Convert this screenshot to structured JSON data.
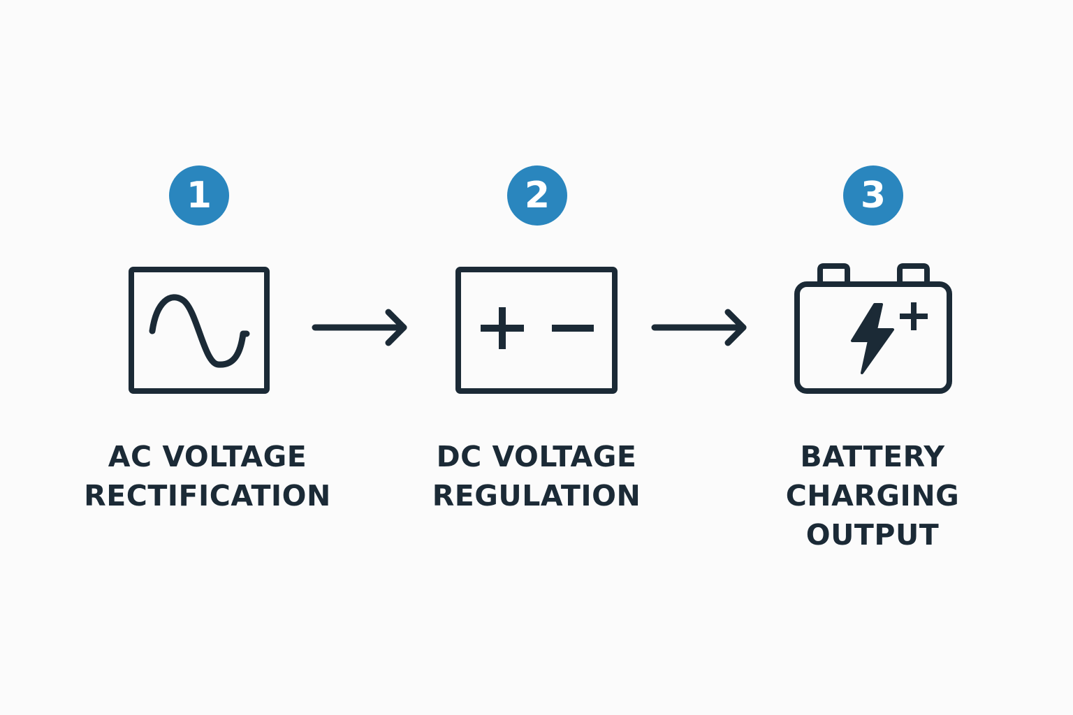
{
  "colors": {
    "accent": "#2a86be",
    "ink": "#1b2a36",
    "background": "#fbfbfb"
  },
  "steps": [
    {
      "number": "1",
      "icon": "ac-sine-wave-icon",
      "label_lines": [
        "AC VOLTAGE",
        "RECTIFICATION"
      ]
    },
    {
      "number": "2",
      "icon": "dc-plus-minus-icon",
      "label_lines": [
        "DC VOLTAGE",
        "REGULATION"
      ]
    },
    {
      "number": "3",
      "icon": "battery-charging-icon",
      "label_lines": [
        "BATTERY",
        "CHARGING",
        "OUTPUT"
      ]
    }
  ],
  "connectors": [
    "arrow-right-icon",
    "arrow-right-icon"
  ]
}
